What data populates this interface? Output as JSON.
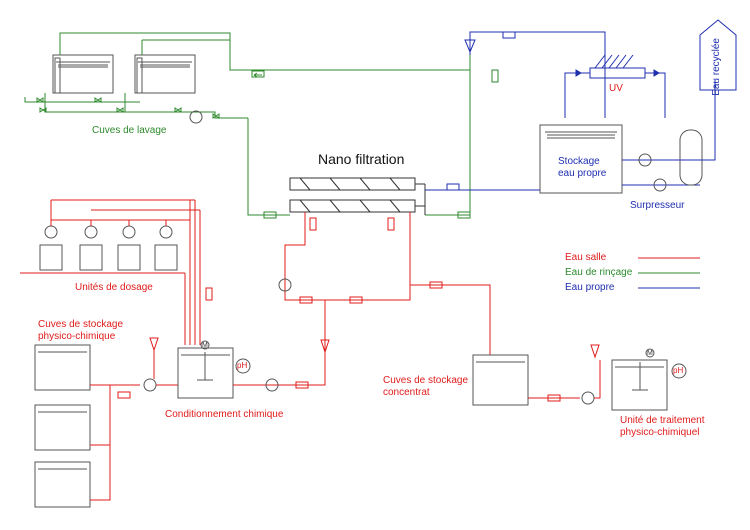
{
  "title": "Nano filtration",
  "labels": {
    "cuves_lavage": "Cuves de lavage",
    "unites_dosage": "Unités de dosage",
    "cuves_stockage_pc_1": "Cuves de stockage",
    "cuves_stockage_pc_2": "physico-chimique",
    "conditionnement": "Conditionnement chimique",
    "cuves_concentrat_1": "Cuves de stockage",
    "cuves_concentrat_2": "concentrat",
    "unite_traitement_1": "Unité de traitement",
    "unite_traitement_2": "physico-chimiquel",
    "uv": "UV",
    "stockage_1": "Stockage",
    "stockage_2": "eau propre",
    "surpresseur": "Surpresseur",
    "eau_recyclee": "Eau recyclée",
    "ph1": "pH",
    "ph2": "pH",
    "m1": "M",
    "m2": "M"
  },
  "legend": [
    {
      "label": "Eau salle",
      "color": "#e01b1b"
    },
    {
      "label": "Eau de rinçage",
      "color": "#2d8a2d"
    },
    {
      "label": "Eau propre",
      "color": "#1f2fb0"
    }
  ],
  "colors": {
    "red": "#e01b1b",
    "green": "#2d8a2d",
    "blue": "#1f2fb0",
    "dark": "#333333"
  }
}
